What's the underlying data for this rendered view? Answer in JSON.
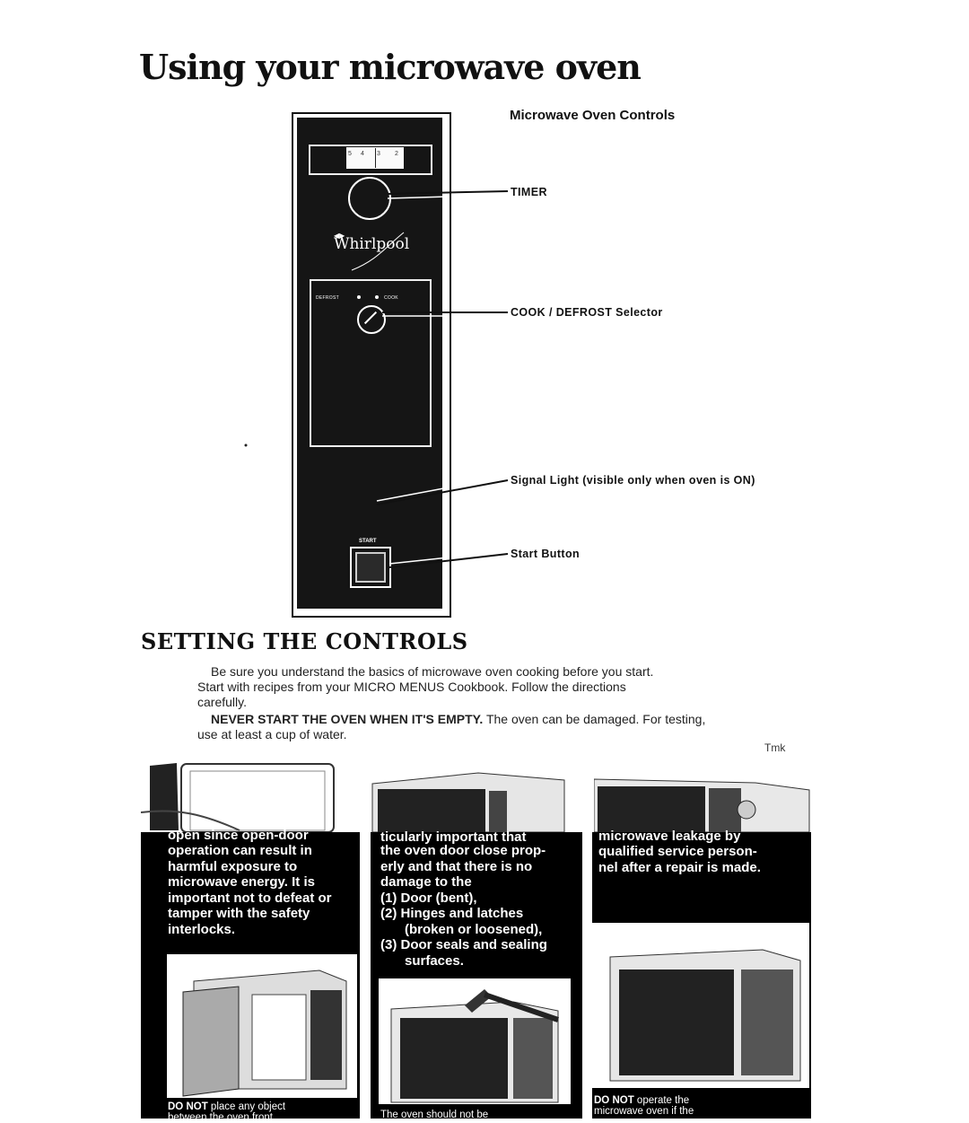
{
  "page": {
    "title": "Using your microwave oven"
  },
  "controls_diagram": {
    "heading": "Microwave Oven Controls",
    "dial_numbers": [
      "5",
      "4",
      "3",
      "2"
    ],
    "brand": "Whirlpool",
    "selector_left": "DEFROST",
    "selector_right": "COOK",
    "start_panel_label": "START",
    "callouts": {
      "timer": "TIMER",
      "selector": "COOK / DEFROST Selector",
      "signal_light": "Signal Light (visible only when oven is ON)",
      "start_button": "Start Button"
    }
  },
  "setting_controls": {
    "heading": "SETTING THE CONTROLS",
    "lines": [
      "Be sure you understand the basics of microwave oven cooking before you start.",
      "Start with recipes from your MICRO MENUS  Cookbook. Follow the directions",
      "carefully."
    ],
    "warning_bold": "NEVER START THE OVEN WHEN IT'S EMPTY.",
    "warning_rest": " The oven can be damaged. For testing,",
    "warning_line2": "use at least a cup of water.",
    "tmk": "Tmk"
  },
  "safety_panels": {
    "col1_lines": [
      "open since open-door",
      "operation can result in",
      "harmful exposure to",
      "microwave energy. It is",
      "important not to defeat or",
      "tamper with the safety",
      "interlocks."
    ],
    "col2_lines": [
      "ticularly important that",
      "the oven door close prop-",
      "erly and that there is no",
      "damage to the",
      "(1) Door (bent),",
      "(2) Hinges and latches",
      "(broken or loosened),",
      "(3) Door seals and sealing",
      "surfaces."
    ],
    "col3_lines": [
      "microwave leakage by",
      "qualified service person-",
      "nel after a repair is made."
    ],
    "bottom1_bold": "DO NOT",
    "bottom1_rest": " place any object",
    "bottom1_line2": "between the oven front",
    "bottom2_line": "The oven should not be",
    "bottom3_bold": "DO NOT",
    "bottom3_rest": " operate the",
    "bottom3_line2": "microwave oven if the"
  }
}
